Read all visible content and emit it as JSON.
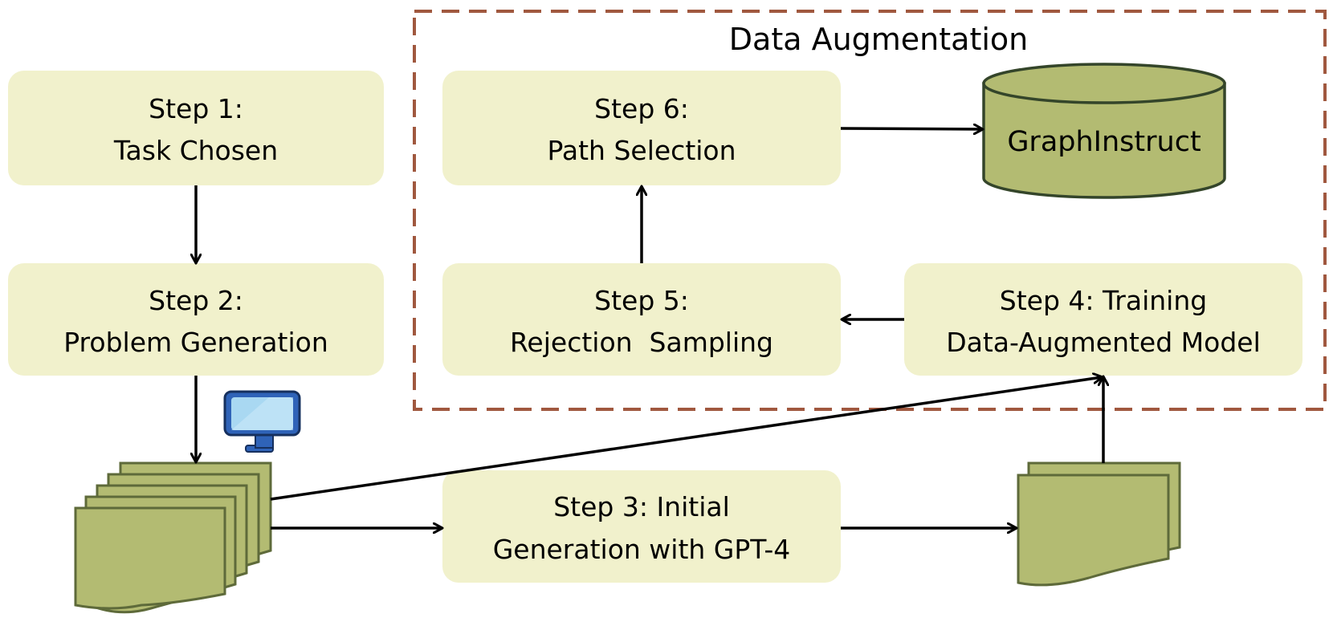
{
  "group": {
    "title": "Data Augmentation",
    "border_color": "#a0583f"
  },
  "steps": {
    "step1": {
      "line1": "Step 1:",
      "line2": "Task Chosen"
    },
    "step2": {
      "line1": "Step 2:",
      "line2": "Problem Generation"
    },
    "step3": {
      "line1": "Step 3: Initial",
      "line2": "Generation with GPT-4"
    },
    "step4": {
      "line1": "Step 4: Training",
      "line2": "Data-Augmented Model"
    },
    "step5": {
      "line1": "Step 5:",
      "line2": "Rejection  Sampling"
    },
    "step6": {
      "line1": "Step 6:",
      "line2": "Path Selection"
    }
  },
  "database": {
    "label": "GraphInstruct"
  },
  "icons": {
    "problem_docs": "document-stack-icon",
    "output_docs": "document-stack-icon",
    "computer": "computer-monitor-icon",
    "database": "database-cylinder-icon"
  },
  "colors": {
    "box_fill": "#f1f1cc",
    "doc_fill": "#b3bb72",
    "doc_stroke": "#5e6a3a",
    "db_fill": "#b3bb72",
    "db_stroke": "#34452a",
    "arrow": "#000000",
    "monitor_frame": "#2f63b8",
    "monitor_screen": "#a9d8f2"
  }
}
